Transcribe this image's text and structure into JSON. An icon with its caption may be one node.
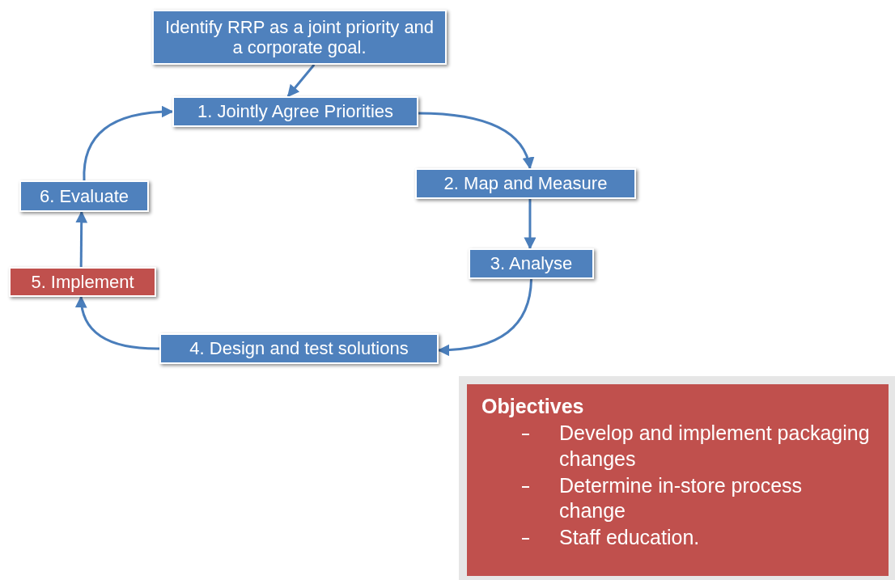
{
  "diagram": {
    "nodes": [
      {
        "text": [
          "Identify RRP as a joint priority and a corporate goal."
        ]
      },
      {
        "text": [
          "1. Jointly Agree Priorities"
        ]
      },
      {
        "text": [
          "2. Map and Measure"
        ]
      },
      {
        "text": [
          "3. Analyse"
        ]
      },
      {
        "text": [
          "4. Design and test solutions"
        ]
      },
      {
        "text": [
          "5. Implement"
        ]
      },
      {
        "text": [
          "6. Evaluate"
        ]
      },
      {
        "text": [
          "Objectives",
          "Develop and implement packaging changes",
          "Determine in-store process change",
          "Staff education."
        ]
      }
    ],
    "edges": [
      {
        "from": 0,
        "to": 1,
        "arrow": "to"
      },
      {
        "from": 1,
        "to": 2,
        "arrow": "to"
      },
      {
        "from": 2,
        "to": 3,
        "arrow": "to"
      },
      {
        "from": 3,
        "to": 4,
        "arrow": "to"
      },
      {
        "from": 4,
        "to": 5,
        "arrow": "to"
      },
      {
        "from": 5,
        "to": 6,
        "arrow": "to"
      },
      {
        "from": 6,
        "to": 1,
        "arrow": "to"
      }
    ]
  }
}
